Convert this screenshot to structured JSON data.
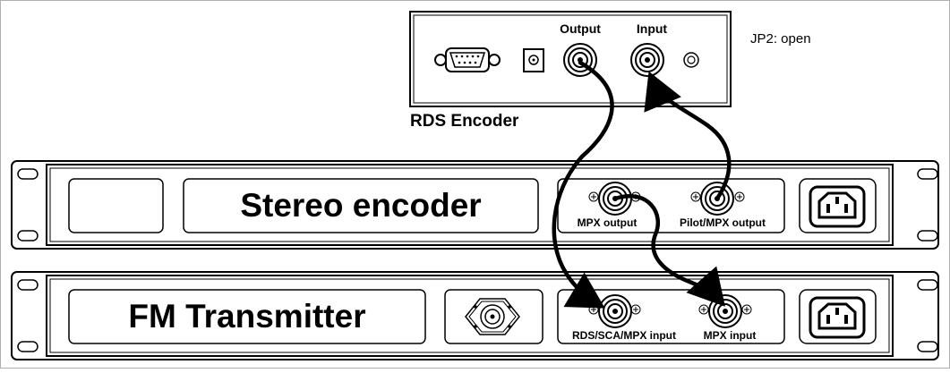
{
  "rds_encoder": {
    "title": "RDS Encoder",
    "output_label": "Output",
    "input_label": "Input",
    "jumper_note": "JP2: open"
  },
  "stereo_encoder": {
    "title": "Stereo encoder",
    "mpx_output_label": "MPX output",
    "pilot_mpx_output_label": "Pilot/MPX output"
  },
  "fm_transmitter": {
    "title": "FM Transmitter",
    "rds_sca_mpx_input_label": "RDS/SCA/MPX input",
    "mpx_input_label": "MPX input"
  },
  "colors": {
    "line": "#000000",
    "background": "#ffffff",
    "frame": "#b0b0b0"
  }
}
